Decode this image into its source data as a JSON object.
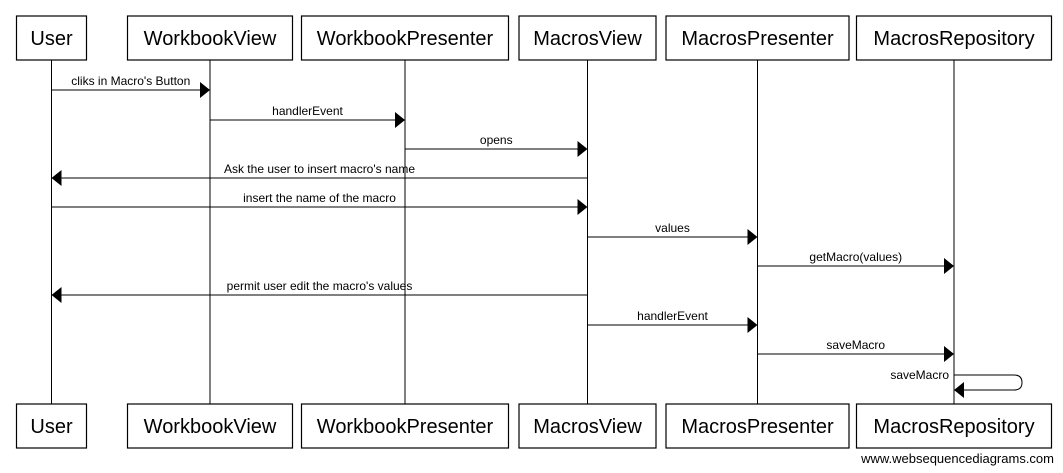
{
  "participants": [
    {
      "id": "user",
      "name": "User"
    },
    {
      "id": "workbook_view",
      "name": "WorkbookView"
    },
    {
      "id": "workbook_presenter",
      "name": "WorkbookPresenter"
    },
    {
      "id": "macros_view",
      "name": "MacrosView"
    },
    {
      "id": "macros_presenter",
      "name": "MacrosPresenter"
    },
    {
      "id": "macros_repository",
      "name": "MacrosRepository"
    }
  ],
  "messages": [
    {
      "from": "user",
      "to": "workbook_view",
      "label": "cliks in Macro's Button"
    },
    {
      "from": "workbook_view",
      "to": "workbook_presenter",
      "label": "handlerEvent"
    },
    {
      "from": "workbook_presenter",
      "to": "macros_view",
      "label": "opens"
    },
    {
      "from": "macros_view",
      "to": "user",
      "label": "Ask the user to insert macro's name"
    },
    {
      "from": "user",
      "to": "macros_view",
      "label": "insert the name of the macro"
    },
    {
      "from": "macros_view",
      "to": "macros_presenter",
      "label": "values"
    },
    {
      "from": "macros_presenter",
      "to": "macros_repository",
      "label": "getMacro(values)"
    },
    {
      "from": "macros_view",
      "to": "user",
      "label": "permit user edit the macro's values"
    },
    {
      "from": "macros_view",
      "to": "macros_presenter",
      "label": "handlerEvent"
    },
    {
      "from": "macros_presenter",
      "to": "macros_repository",
      "label": "saveMacro"
    },
    {
      "from": "macros_repository",
      "to": "macros_repository",
      "label": "saveMacro"
    }
  ],
  "footer": {
    "credit": "www.websequencediagrams.com"
  }
}
